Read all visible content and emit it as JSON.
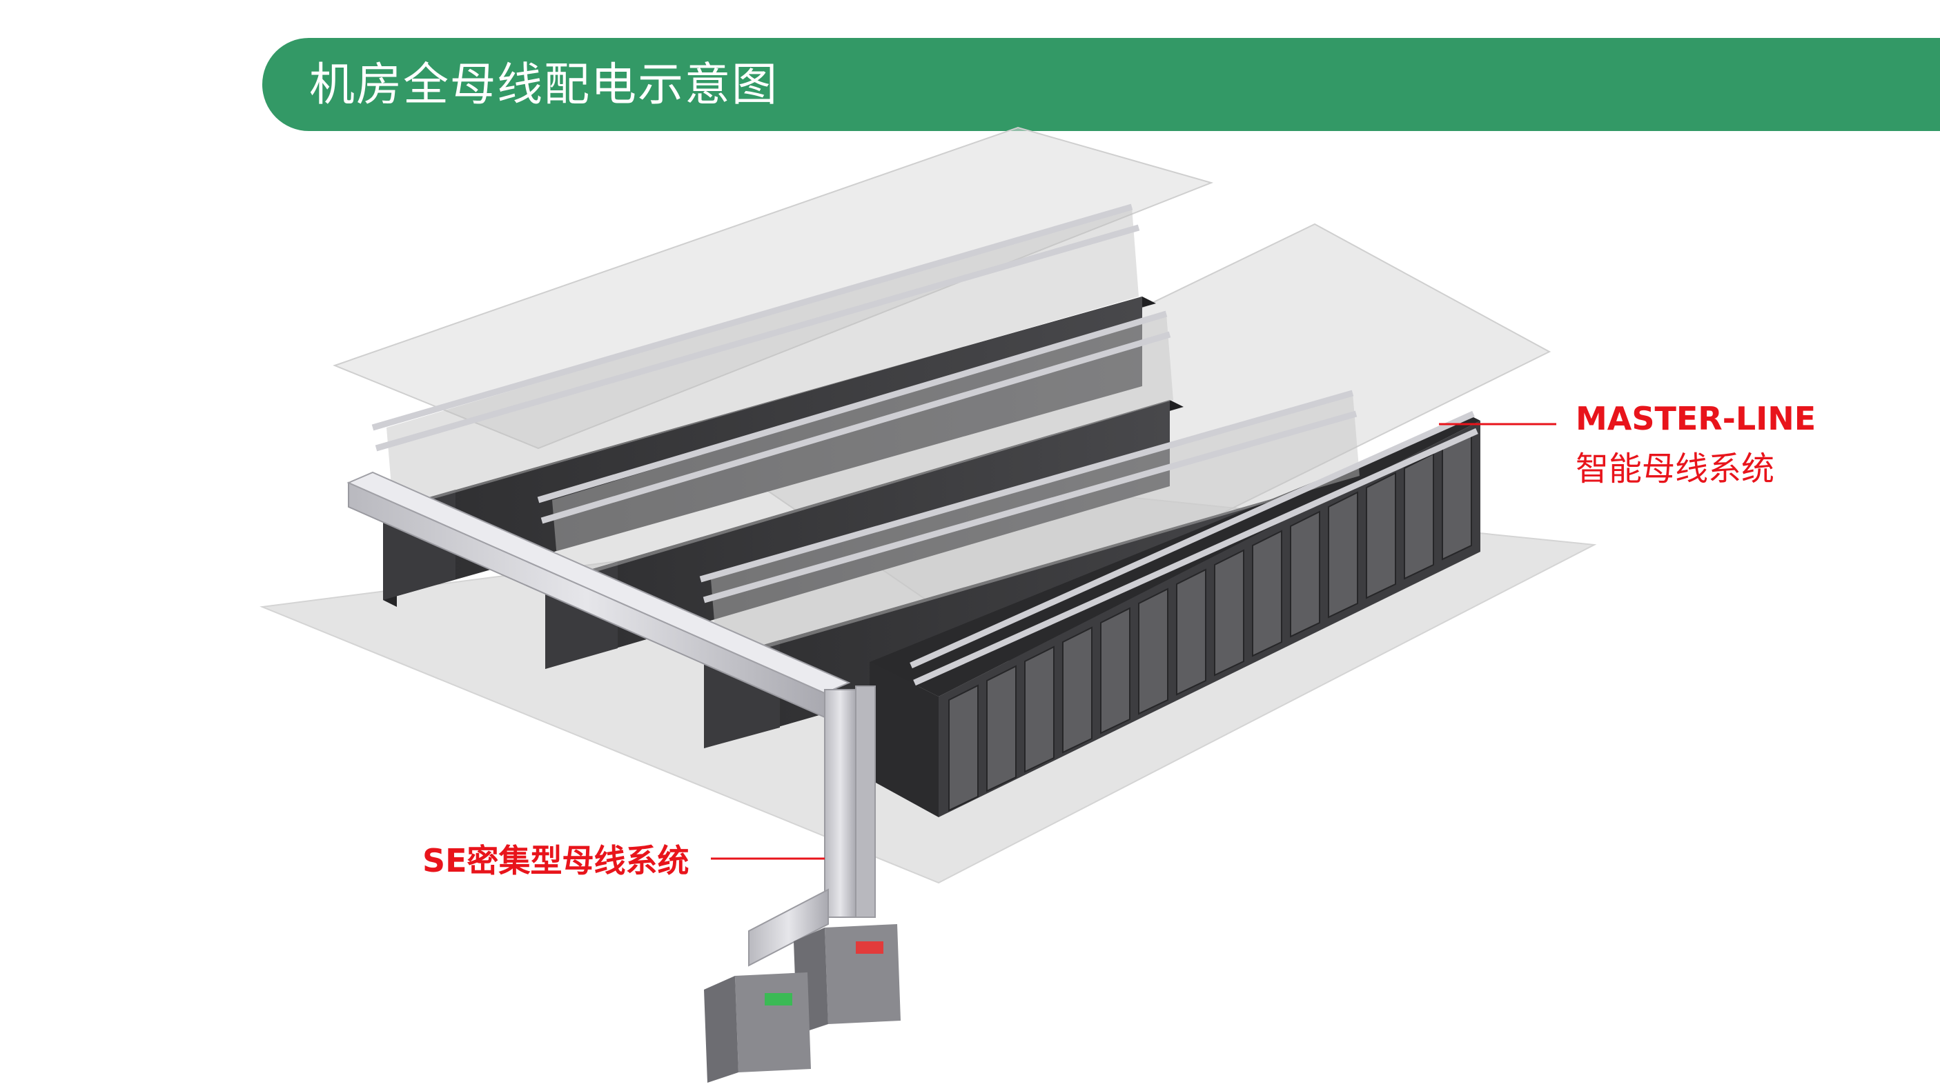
{
  "title": "机房全母线配电示意图",
  "callouts": {
    "master_line": {
      "line1": "MASTER-LINE",
      "line2": "智能母线系统"
    },
    "se_busway": {
      "label": "SE密集型母线系统"
    }
  },
  "colors": {
    "title_bar": "#339966",
    "callout_text": "#e8141b",
    "floor": "#e3e3e3",
    "rack_dark": "#3a3a3c",
    "rack_door": "#5e5e61",
    "busway": "#cfcfd4"
  }
}
